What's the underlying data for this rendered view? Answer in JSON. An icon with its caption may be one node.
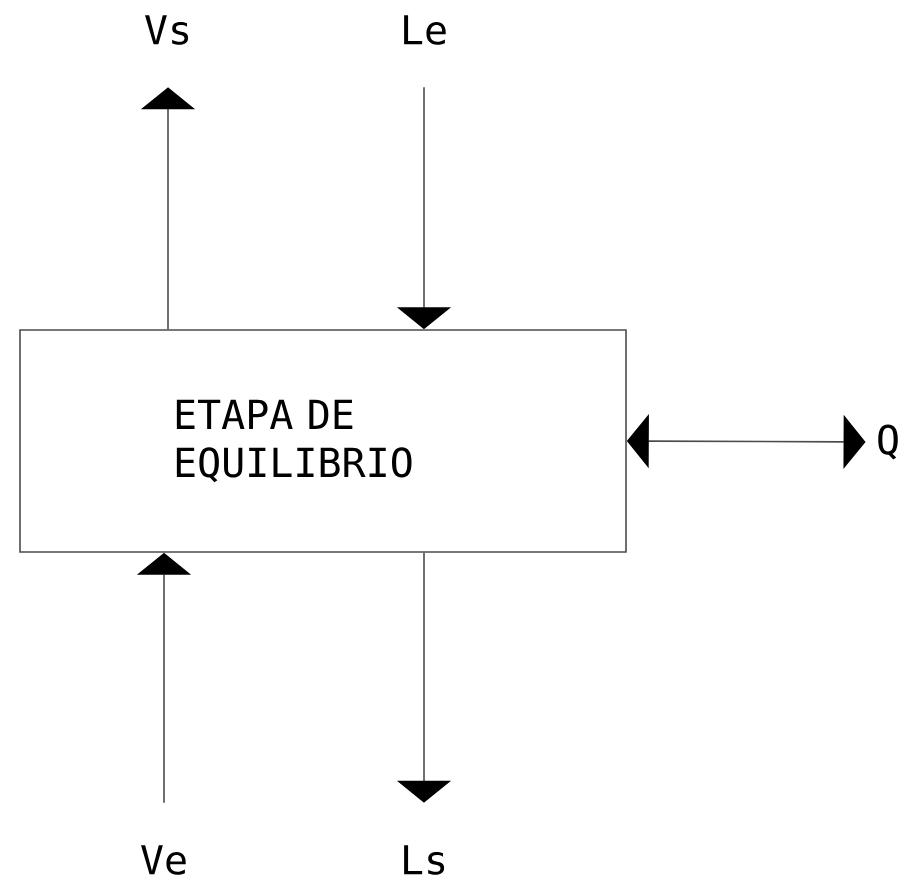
{
  "diagram": {
    "nodes": [
      {
        "text": [
          "ETAPA DE EQUILIBRIO"
        ]
      },
      {
        "text": [
          "Vs"
        ]
      },
      {
        "text": [
          "Le"
        ]
      },
      {
        "text": [
          "Q"
        ]
      },
      {
        "text": [
          "Ve"
        ]
      },
      {
        "text": [
          "Ls"
        ]
      }
    ],
    "edges": [
      {
        "from": 0,
        "to": 1,
        "arrow": "to"
      },
      {
        "from": 2,
        "to": 0,
        "arrow": "to"
      },
      {
        "from": 0,
        "to": 3,
        "arrow": "both"
      },
      {
        "from": 4,
        "to": 0,
        "arrow": "to"
      },
      {
        "from": 0,
        "to": 5,
        "arrow": "to"
      }
    ]
  }
}
